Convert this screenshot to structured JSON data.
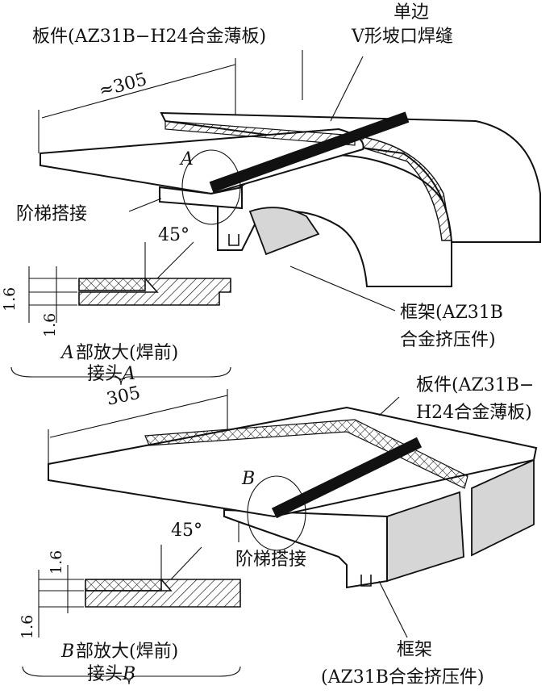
{
  "upper": {
    "plate_label": "板件(AZ31B−H24合金薄板)",
    "weld_label_line1": "单边",
    "weld_label_line2": "V形坡口焊缝",
    "dim_length": "≈305",
    "joint_point": "A",
    "step_label": "阶梯搭接",
    "angle": "45°",
    "thickness_1": "1.6",
    "thickness_2": "1.6",
    "frame_line1": "框架(AZ31B",
    "frame_line2": "合金挤压件)",
    "detail_letter": "A",
    "detail_caption": "部放大(焊前)",
    "joint_caption": "接头",
    "joint_letter": "A"
  },
  "lower": {
    "plate_line1": "板件(AZ31B−",
    "plate_line2": "H24合金薄板)",
    "dim_length": "305",
    "joint_point": "B",
    "step_label": "阶梯搭接",
    "angle": "45°",
    "thickness_1": "1.6",
    "thickness_2": "1.6",
    "frame_line1": "框架",
    "frame_line2": "(AZ31B合金挤压件)",
    "detail_letter": "B",
    "detail_caption": "部放大(焊前)",
    "joint_caption": "接头",
    "joint_letter": "B"
  }
}
